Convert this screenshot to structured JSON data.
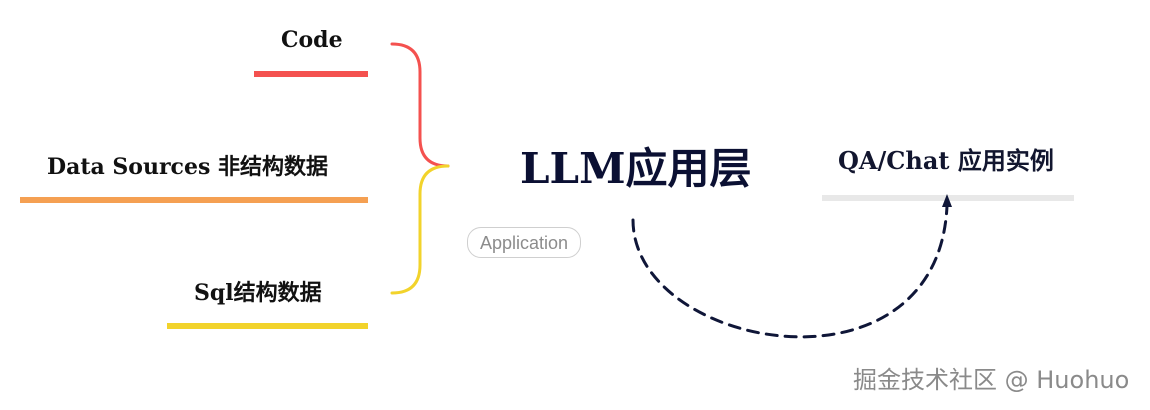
{
  "sources": {
    "code": "Code",
    "data_sources": "Data Sources 非结构数据",
    "sql": "Sql结构数据"
  },
  "main": {
    "title": "LLM应用层",
    "badge": "Application",
    "target": "QA/Chat 应用实例"
  },
  "watermark": {
    "text": "掘金技术社区 @ Huohuo"
  },
  "colors": {
    "code": "#f4514f",
    "data_sources": "#f5a052",
    "sql": "#f2d32b",
    "dashed_arrow": "#0f1638",
    "qa_underline": "#e8e8e8"
  }
}
